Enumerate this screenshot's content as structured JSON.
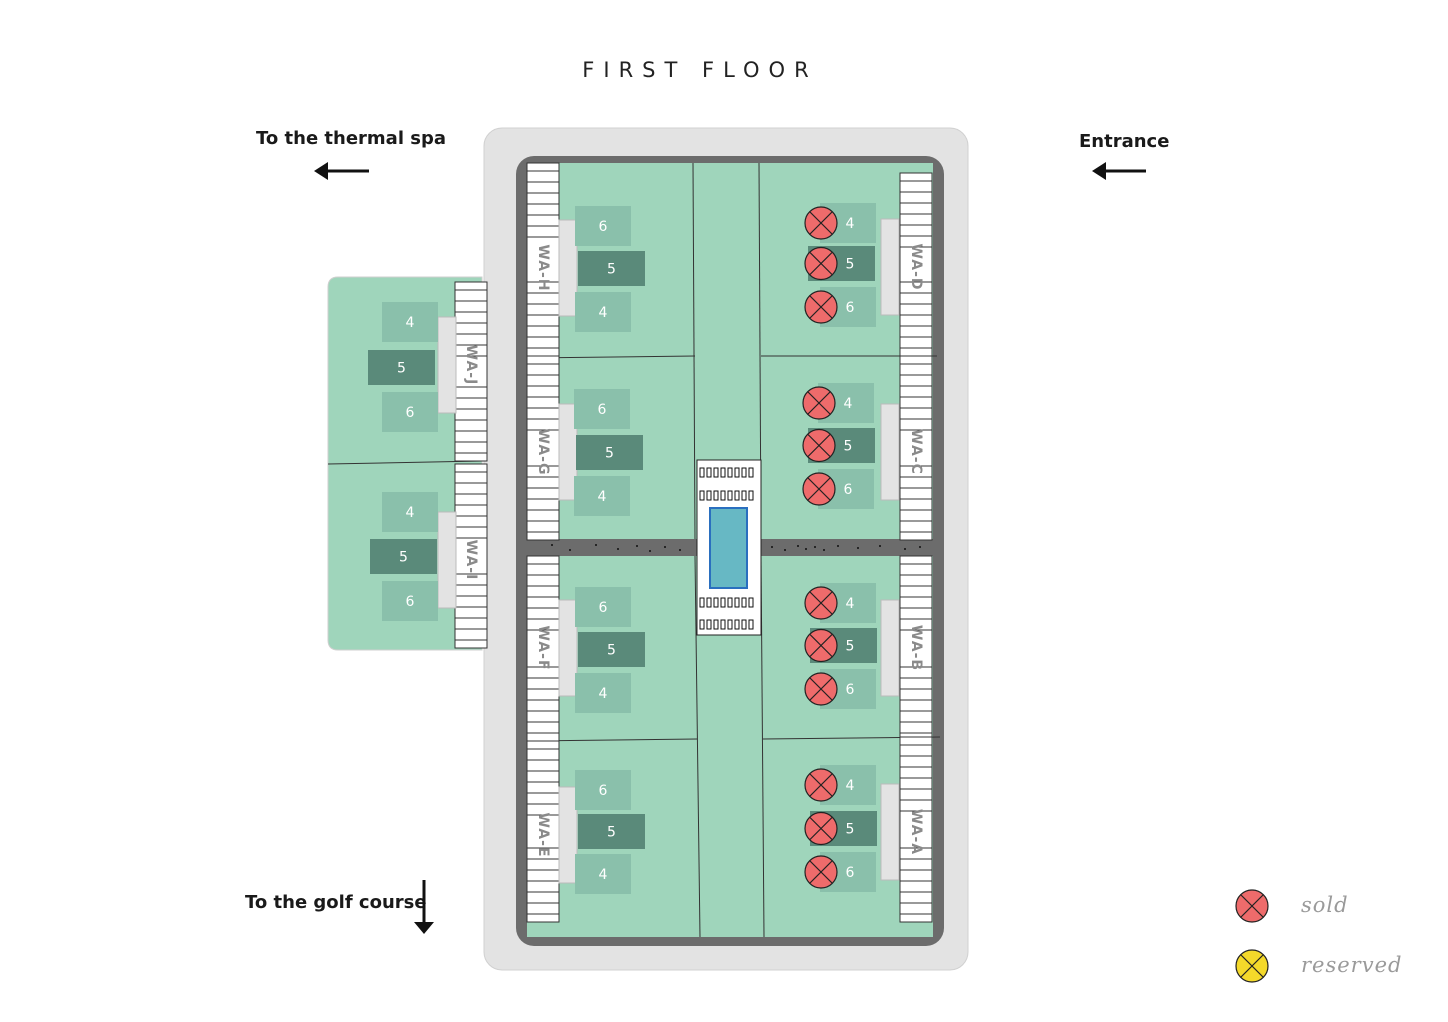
{
  "title": "FIRST FLOOR",
  "directions": {
    "thermal_spa": "To the thermal spa",
    "entrance": "Entrance",
    "golf_course": "To the golf course"
  },
  "legend": {
    "sold": "sold",
    "reserved": "reserved"
  },
  "colors": {
    "sold": "#ee6b6b",
    "reserved": "#f4d92a",
    "plot": "#9fd5bb",
    "unit_light": "#8ac0ab",
    "unit_dark": "#5a8a7a"
  },
  "buildings": [
    {
      "id": "WA-H",
      "units": [
        {
          "label": "6",
          "status": "available"
        },
        {
          "label": "5",
          "status": "available"
        },
        {
          "label": "4",
          "status": "available"
        }
      ]
    },
    {
      "id": "WA-G",
      "units": [
        {
          "label": "6",
          "status": "available"
        },
        {
          "label": "5",
          "status": "available"
        },
        {
          "label": "4",
          "status": "available"
        }
      ]
    },
    {
      "id": "WA-F",
      "units": [
        {
          "label": "6",
          "status": "available"
        },
        {
          "label": "5",
          "status": "available"
        },
        {
          "label": "4",
          "status": "available"
        }
      ]
    },
    {
      "id": "WA-E",
      "units": [
        {
          "label": "6",
          "status": "available"
        },
        {
          "label": "5",
          "status": "available"
        },
        {
          "label": "4",
          "status": "available"
        }
      ]
    },
    {
      "id": "WA-D",
      "units": [
        {
          "label": "4",
          "status": "sold"
        },
        {
          "label": "5",
          "status": "sold"
        },
        {
          "label": "6",
          "status": "sold"
        }
      ]
    },
    {
      "id": "WA-C",
      "units": [
        {
          "label": "4",
          "status": "sold"
        },
        {
          "label": "5",
          "status": "sold"
        },
        {
          "label": "6",
          "status": "sold"
        }
      ]
    },
    {
      "id": "WA-B",
      "units": [
        {
          "label": "4",
          "status": "sold"
        },
        {
          "label": "5",
          "status": "sold"
        },
        {
          "label": "6",
          "status": "sold"
        }
      ]
    },
    {
      "id": "WA-A",
      "units": [
        {
          "label": "4",
          "status": "sold"
        },
        {
          "label": "5",
          "status": "sold"
        },
        {
          "label": "6",
          "status": "sold"
        }
      ]
    },
    {
      "id": "WA-J",
      "units": [
        {
          "label": "4",
          "status": "available"
        },
        {
          "label": "5",
          "status": "available"
        },
        {
          "label": "6",
          "status": "available"
        }
      ]
    },
    {
      "id": "WA-I",
      "units": [
        {
          "label": "4",
          "status": "available"
        },
        {
          "label": "5",
          "status": "available"
        },
        {
          "label": "6",
          "status": "available"
        }
      ]
    }
  ]
}
